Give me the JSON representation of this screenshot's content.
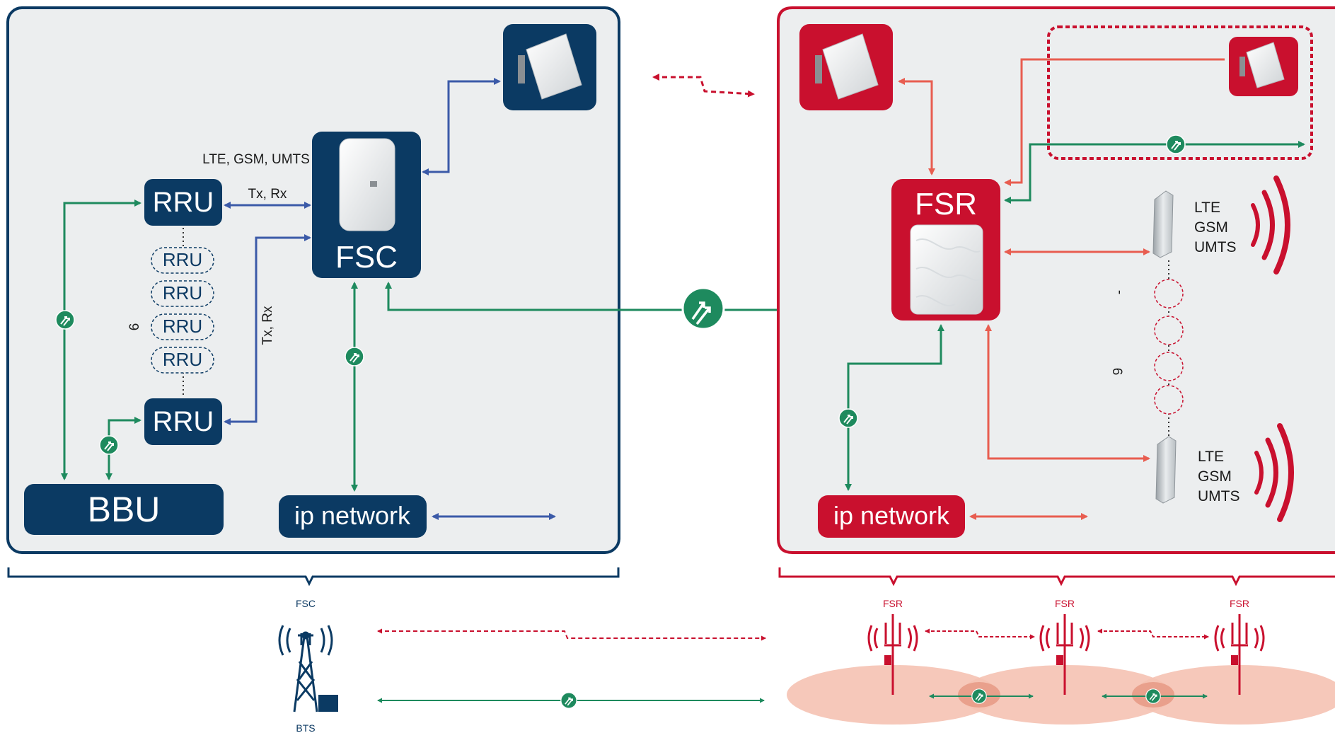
{
  "colors": {
    "navy": "#0b3a63",
    "red": "#c9102e",
    "green": "#1e8a5e",
    "blue_arrow": "#3b5aa8",
    "salmon_arrow": "#e85d50",
    "panel_bg": "#eceeef",
    "coverage": "#f5c2b3"
  },
  "left_panel": {
    "rru_top": "RRU",
    "rru_bottom": "RRU",
    "rru_dashed": [
      "RRU",
      "RRU",
      "RRU",
      "RRU"
    ],
    "rru_count": "6",
    "bbu": "BBU",
    "fsc": "FSC",
    "ip_network": "ip network",
    "tech_label": "LTE, GSM, UMTS",
    "link_top": "Tx, Rx",
    "link_bottom": "Tx, Rx",
    "antenna_icon": "panel-antenna-icon",
    "wireless_icon": "wireless-link-icon"
  },
  "right_panel": {
    "fsr": "FSR",
    "ip_network": "ip network",
    "antenna_top_tech": [
      "LTE",
      "GSM",
      "UMTS"
    ],
    "antenna_bottom_tech": [
      "LTE",
      "GSM",
      "UMTS"
    ],
    "antenna_count": "6",
    "dash_mark": "-",
    "radio_wave_icon": "radio-waves-icon"
  },
  "bottom": {
    "fsc_label": "FSC",
    "bts_label": "BTS",
    "fsr_labels": [
      "FSR",
      "FSR",
      "FSR"
    ],
    "tower_icon": "cell-tower-icon"
  }
}
